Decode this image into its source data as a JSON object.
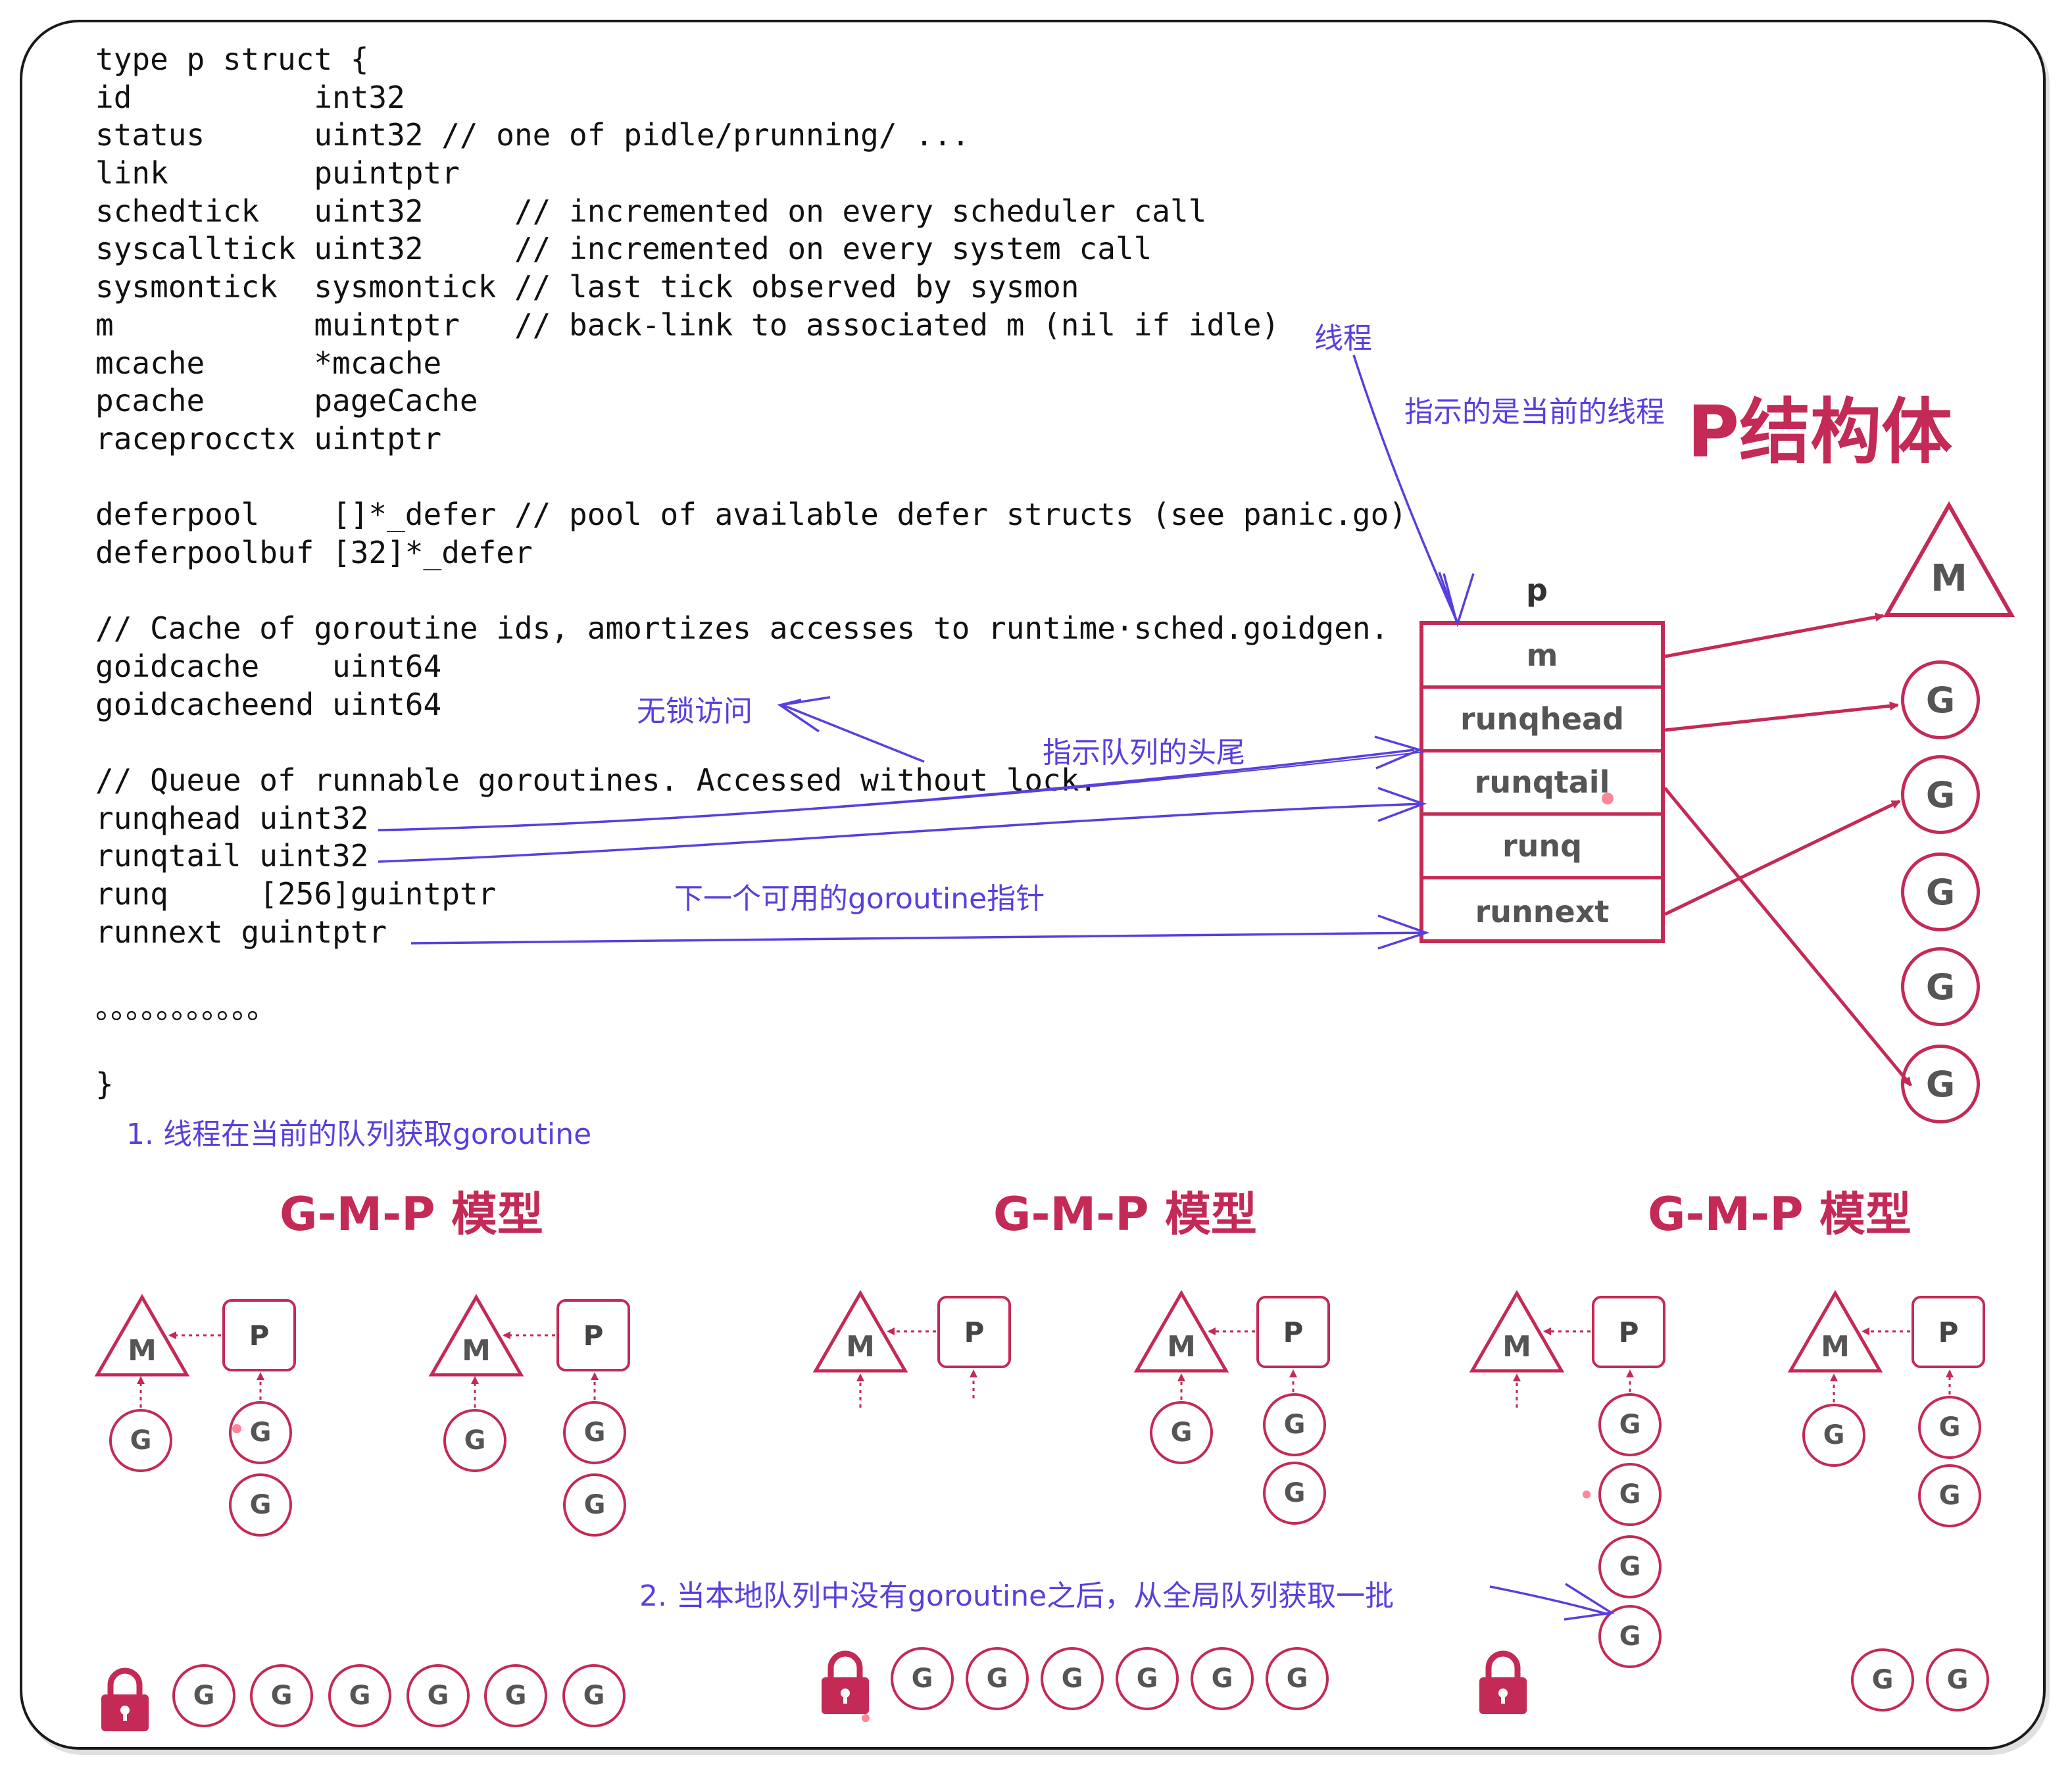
{
  "code": {
    "lines": [
      "type p struct {",
      "id          int32",
      "status      uint32 // one of pidle/prunning/ ...",
      "link        puintptr",
      "schedtick   uint32     // incremented on every scheduler call",
      "syscalltick uint32     // incremented on every system call",
      "sysmontick  sysmontick // last tick observed by sysmon",
      "m           muintptr   // back-link to associated m (nil if idle)",
      "mcache      *mcache",
      "pcache      pageCache",
      "raceprocctx uintptr",
      "",
      "deferpool    []*_defer // pool of available defer structs (see panic.go)",
      "deferpoolbuf [32]*_defer",
      "",
      "// Cache of goroutine ids, amortizes accesses to runtime·sched.goidgen.",
      "goidcache    uint64",
      "goidcacheend uint64",
      "",
      "// Queue of runnable goroutines. Accessed without lock.",
      "runqhead uint32",
      "runqtail uint32",
      "runq     [256]guintptr",
      "runnext guintptr",
      "",
      "。。。。。。。。。。。",
      "",
      "}"
    ]
  },
  "annotations": {
    "thread": "线程",
    "current_thread": "指示的是当前的线程",
    "lock_free": "无锁访问",
    "queue_head_tail": "指示队列的头尾",
    "next_goroutine": "下一个可用的goroutine指针",
    "step1": "1. 线程在当前的队列获取goroutine",
    "step2": "2. 当本地队列中没有goroutine之后，从全局队列获取一批"
  },
  "p_struct": {
    "title": "P结构体",
    "label": "p",
    "fields": [
      "m",
      "runqhead",
      "runqtail",
      "runq",
      "runnext"
    ],
    "m_label": "M",
    "g_label": "G"
  },
  "gmp": {
    "title": "G-M-P 模型",
    "m_label": "M",
    "p_label": "P",
    "g_label": "G"
  },
  "colors": {
    "accent": "#c42a56",
    "annotation": "#5a3fdc",
    "text": "#111111"
  }
}
